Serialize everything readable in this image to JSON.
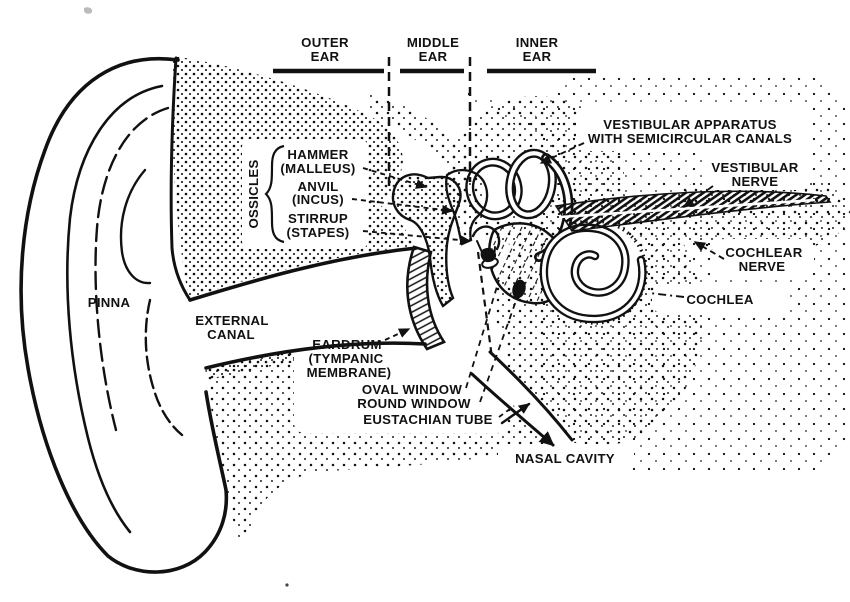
{
  "diagram_title": "Anatomy of the human ear (cross-section line diagram)",
  "regions": [
    {
      "id": "outer-ear",
      "line1": "OUTER",
      "line2": "EAR"
    },
    {
      "id": "middle-ear",
      "line1": "MIDDLE",
      "line2": "EAR"
    },
    {
      "id": "inner-ear",
      "line1": "INNER",
      "line2": "EAR"
    }
  ],
  "ossicles": {
    "group_label": "OSSICLES",
    "items": [
      {
        "name": "HAMMER",
        "latin": "(MALLEUS)"
      },
      {
        "name": "ANVIL",
        "latin": "(INCUS)"
      },
      {
        "name": "STIRRUP",
        "latin": "(STAPES)"
      }
    ]
  },
  "labels": {
    "pinna": "PINNA",
    "external_canal_1": "EXTERNAL",
    "external_canal_2": "CANAL",
    "eardrum_1": "EARDRUM",
    "eardrum_2": "(TYMPANIC",
    "eardrum_3": "MEMBRANE)",
    "oval_window": "OVAL WINDOW",
    "round_window": "ROUND WINDOW",
    "eustachian_tube": "EUSTACHIAN TUBE",
    "nasal_cavity": "NASAL CAVITY",
    "vestibular_apparatus_1": "VESTIBULAR APPARATUS",
    "vestibular_apparatus_2": "WITH SEMICIRCULAR CANALS",
    "vestibular_nerve_1": "VESTIBULAR",
    "vestibular_nerve_2": "NERVE",
    "cochlear_nerve_1": "COCHLEAR",
    "cochlear_nerve_2": "NERVE",
    "cochlea": "COCHLEA"
  },
  "colors": {
    "ink": "#111111",
    "paper": "#ffffff"
  }
}
